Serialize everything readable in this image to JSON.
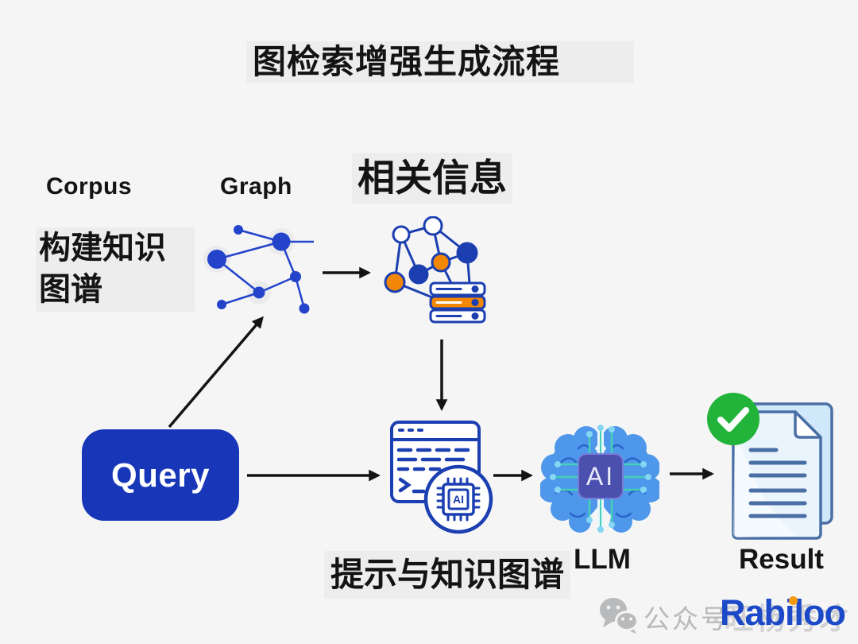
{
  "page": {
    "title": "图检索增强生成流程"
  },
  "diagram": {
    "corpus_label": "Corpus",
    "graph_label": "Graph",
    "build_kg_text": "构建知识\n图谱",
    "related_info_label": "相关信息",
    "query_label": "Query",
    "prompt_kg_label": "提示与知识图谱",
    "llm_label": "LLM",
    "result_label": "Result",
    "prompt_ai_text": "AI",
    "brain_ai_text": "AI"
  },
  "footer": {
    "wechat_label": "公众号",
    "watermark": "·旺杨秀才",
    "brand": "Rabiloo"
  },
  "colors": {
    "page_bg": "#f5f5f6",
    "label_bg": "#ededee",
    "query_blue": "#1737b8",
    "icon_blue": "#1b3fb0",
    "graph_node_blue": "#2343cb",
    "accent_orange": "#f28705",
    "brain_blue": "#4e97ea",
    "chip_indigo": "#4b50ae",
    "circuit_teal": "#45d0b8",
    "circuit_dot_blue": "#85d6f2",
    "success_green": "#22b43a",
    "doc_fill": "#e9f4fd",
    "doc_back_fill": "#cfe9fa",
    "doc_border": "#4a6fa5",
    "arrow_black": "#141414",
    "footer_gray": "#b8b9ba",
    "brand_blue": "#1b49c8",
    "brand_dot_orange": "#f59a0c"
  }
}
